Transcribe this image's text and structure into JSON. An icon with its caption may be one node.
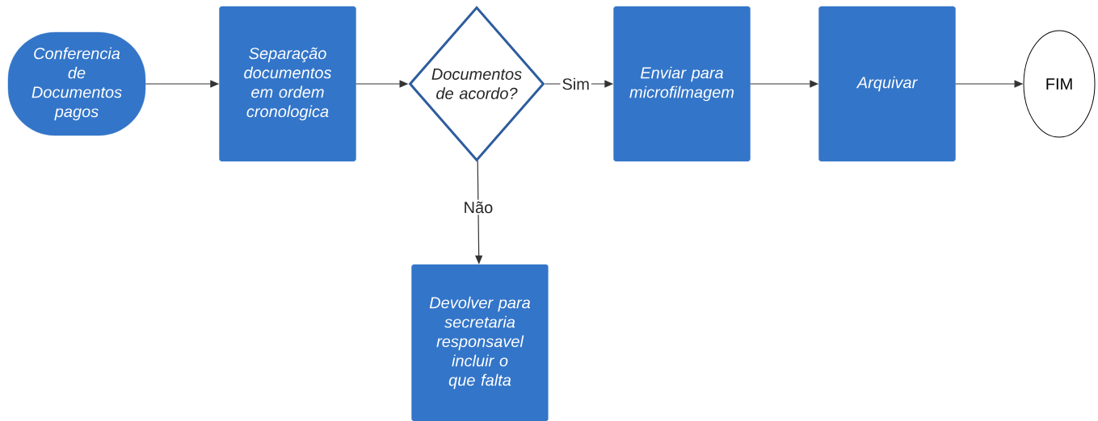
{
  "diagram": {
    "nodes": [
      {
        "text": [
          "Conferencia de Documentos pagos"
        ]
      },
      {
        "text": [
          "Separação documentos em ordem cronologica"
        ]
      },
      {
        "text": [
          "Documentos de acordo?"
        ]
      },
      {
        "text": [
          "Enviar para microfilmagem"
        ]
      },
      {
        "text": [
          "Arquivar"
        ]
      },
      {
        "text": [
          "FIM"
        ]
      },
      {
        "text": [
          "Devolver para secretaria responsavel incluir o que falta"
        ]
      }
    ],
    "edges": [
      {
        "from": 0,
        "to": 1,
        "arrow": "to"
      },
      {
        "from": 1,
        "to": 2,
        "arrow": "to"
      },
      {
        "from": 2,
        "to": 3,
        "arrow": "to",
        "label": "Sim"
      },
      {
        "from": 3,
        "to": 4,
        "arrow": "to"
      },
      {
        "from": 4,
        "to": 5,
        "arrow": "to"
      },
      {
        "from": 2,
        "to": 6,
        "arrow": "to",
        "label": "Não"
      }
    ]
  }
}
